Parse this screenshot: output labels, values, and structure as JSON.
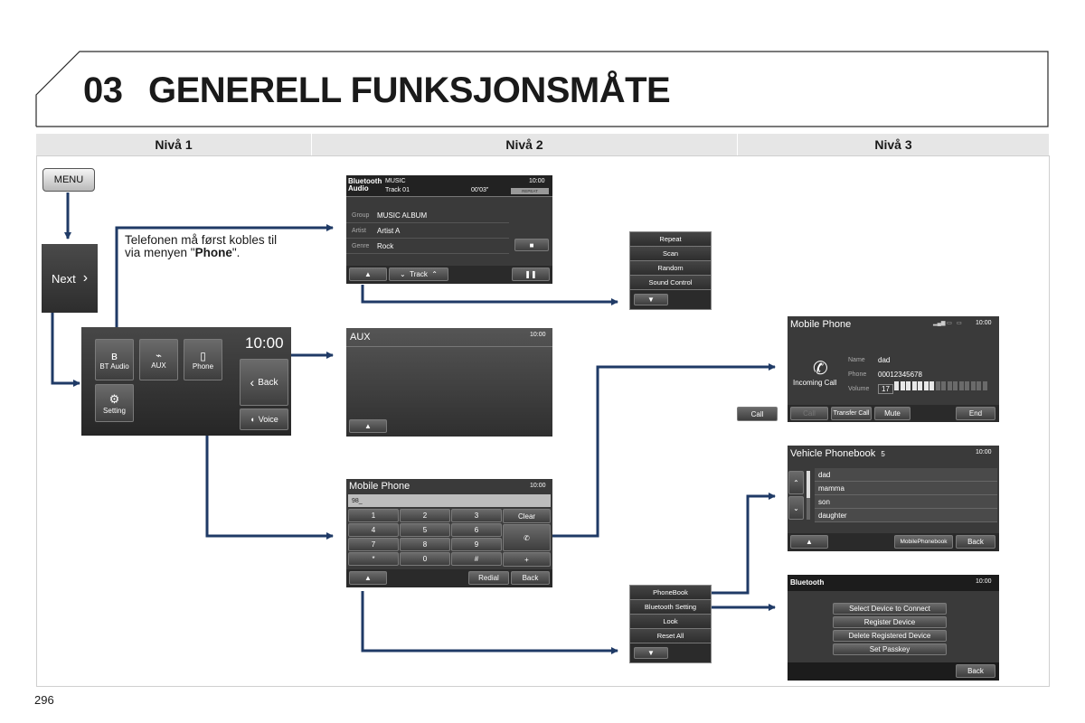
{
  "title": {
    "number": "03",
    "text": "GENERELL FUNKSJONSMÅTE"
  },
  "levels": [
    "Nivå 1",
    "Nivå 2",
    "Nivå 3"
  ],
  "page_number": "296",
  "level1": {
    "menu_label": "MENU",
    "next_label": "Next",
    "note_line1": "Telefonen må først kobles til",
    "note_line2_prefix": "via menyen \"",
    "note_line2_bold": "Phone",
    "note_line2_suffix": "\".",
    "home": {
      "time": "10:00",
      "tiles": [
        "BT Audio",
        "AUX",
        "Phone",
        "Setting"
      ],
      "back_label": "Back",
      "voice_label": "Voice"
    }
  },
  "bt_audio": {
    "logo_line1": "Bluetooth",
    "logo_line2": "Audio",
    "source": "MUSIC",
    "track": "Track 01",
    "elapsed": "00'03\"",
    "time": "10:00",
    "repeat_badge": "REPEAT",
    "fields": [
      {
        "label": "Group",
        "value": "MUSIC ALBUM"
      },
      {
        "label": "Artist",
        "value": "Artist A"
      },
      {
        "label": "Genre",
        "value": "Rock"
      }
    ],
    "track_label": "Track"
  },
  "audio_menu": [
    "Repeat",
    "Scan",
    "Random",
    "Sound Control"
  ],
  "aux_screen": {
    "title": "AUX",
    "time": "10:00"
  },
  "dial_screen": {
    "title": "Mobile Phone",
    "time": "10:00",
    "input": "98_",
    "keys": [
      "1",
      "2",
      "3",
      "4",
      "5",
      "6",
      "7",
      "8",
      "9",
      "*",
      "0",
      "#"
    ],
    "clear_label": "Clear",
    "plus_label": "+",
    "redial_label": "Redial",
    "back_label": "Back"
  },
  "phone_menu": [
    "PhoneBook",
    "Bluetooth Setting",
    "Look",
    "Reset All"
  ],
  "incoming_call": {
    "title": "Mobile Phone",
    "time": "10:00",
    "status": "Incoming Call",
    "name_label": "Name",
    "name": "dad",
    "phone_label": "Phone",
    "phone": "00012345678",
    "volume_label": "Volume",
    "volume": "17",
    "volume_level": 0.45,
    "call_label": "Call",
    "buttons": [
      "Call",
      "Transfer Call",
      "Mute",
      "End"
    ]
  },
  "phonebook": {
    "title": "Vehicle Phonebook",
    "count": "5",
    "time": "10:00",
    "contacts": [
      "dad",
      "mamma",
      "son",
      "daughter"
    ],
    "mobile_phonebook_label": "MobilePhonebook",
    "back_label": "Back"
  },
  "bt_setting": {
    "logo": "Bluetooth",
    "time": "10:00",
    "options": [
      "Select Device to  Connect",
      "Register Device",
      "Delete Registered Device",
      "Set Passkey"
    ],
    "back_label": "Back"
  },
  "colors": {
    "arrow": "#1f3a66",
    "screen_bg": "#3a3a3a",
    "header_bar": "#e6e6e6"
  }
}
